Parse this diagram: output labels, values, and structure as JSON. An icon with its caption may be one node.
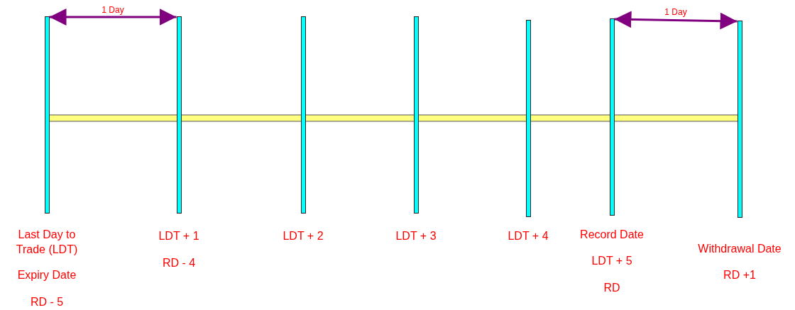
{
  "diagram": {
    "nodes": [
      {
        "text": [
          "Last Day to Trade (LDT)",
          "Expiry Date",
          "RD - 5"
        ]
      },
      {
        "text": [
          "LDT + 1",
          "RD - 4"
        ]
      },
      {
        "text": [
          "LDT + 2"
        ]
      },
      {
        "text": [
          "LDT + 3"
        ]
      },
      {
        "text": [
          "LDT + 4"
        ]
      },
      {
        "text": [
          "Record Date",
          "LDT + 5",
          "RD"
        ]
      },
      {
        "text": [
          "Withdrawal Date",
          "RD +1"
        ]
      }
    ],
    "edges": [
      {
        "from": 0,
        "to": 1,
        "arrow": "both",
        "label": "1 Day"
      },
      {
        "from": 5,
        "to": 6,
        "arrow": "both",
        "label": "1 Day"
      }
    ]
  }
}
